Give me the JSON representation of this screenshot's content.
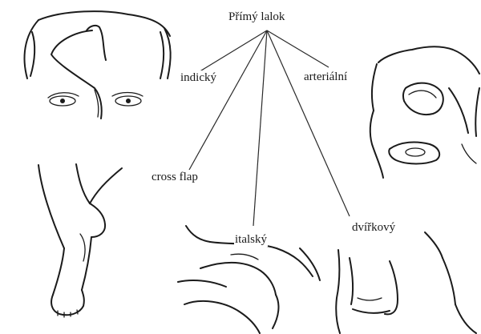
{
  "diagram": {
    "root_label": "Přímý lalok",
    "branches": [
      {
        "key": "indicky",
        "label": "indický"
      },
      {
        "key": "arterialni",
        "label": "arteriální"
      },
      {
        "key": "cross_flap",
        "label": "cross flap"
      },
      {
        "key": "italsky",
        "label": "italský"
      },
      {
        "key": "dvirkovy",
        "label": "dvířkový"
      }
    ]
  },
  "colors": {
    "ink": "#1b1b1b",
    "background": "#ffffff"
  }
}
